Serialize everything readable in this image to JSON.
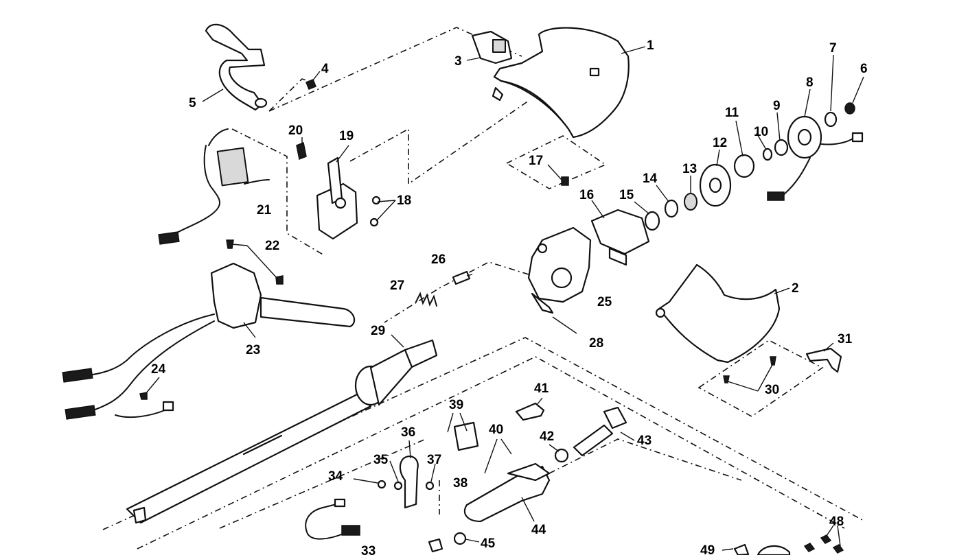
{
  "callouts": [
    "1",
    "2",
    "3",
    "4",
    "5",
    "6",
    "7",
    "8",
    "9",
    "10",
    "11",
    "12",
    "13",
    "14",
    "15",
    "16",
    "17",
    "18",
    "19",
    "20",
    "21",
    "22",
    "23",
    "24",
    "25",
    "26",
    "27",
    "28",
    "29",
    "30",
    "31",
    "33",
    "34",
    "35",
    "36",
    "37",
    "38",
    "39",
    "40",
    "41",
    "42",
    "43",
    "44",
    "45",
    "48",
    "49"
  ]
}
